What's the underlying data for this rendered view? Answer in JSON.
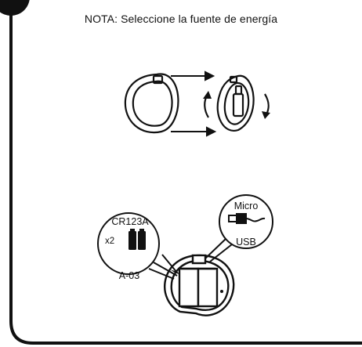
{
  "note": "NOTA: Seleccione la fuente de energía",
  "callouts": {
    "battery_model": "CR123A",
    "battery_quantity": "x2",
    "battery_code": "A-03",
    "usb_line1": "Micro",
    "usb_line2": "USB"
  },
  "icons": [
    "step-number-badge",
    "device-back-cover-icon",
    "device-open-back-icon",
    "arrow-right-icon",
    "rotate-arrow-icon",
    "battery-icon",
    "micro-usb-plug-icon",
    "battery-compartment-icon"
  ],
  "colors": {
    "line": "#111111",
    "background": "#ffffff"
  }
}
